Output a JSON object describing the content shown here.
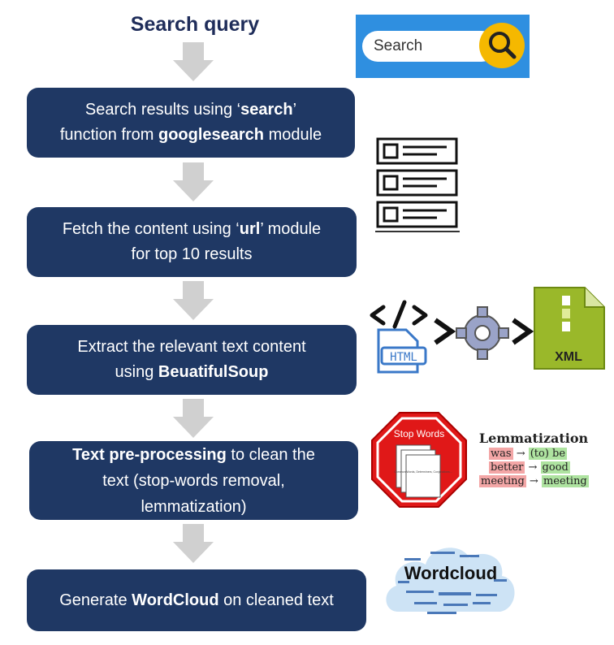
{
  "header": {
    "title": "Search query"
  },
  "steps": [
    {
      "lines": [
        [
          {
            "t": "Search results using "
          },
          {
            "t": "‘"
          },
          {
            "t": "search",
            "b": true
          },
          {
            "t": "’"
          }
        ],
        [
          {
            "t": "function from "
          },
          {
            "t": "googlesearch",
            "b": true
          },
          {
            "t": " module"
          }
        ]
      ]
    },
    {
      "lines": [
        [
          {
            "t": "Fetch the content using ‘"
          },
          {
            "t": "url",
            "b": true
          },
          {
            "t": "’ module"
          }
        ],
        [
          {
            "t": "for top 10 results"
          }
        ]
      ]
    },
    {
      "lines": [
        [
          {
            "t": "Extract the relevant text content"
          }
        ],
        [
          {
            "t": "using "
          },
          {
            "t": "BeuatifulSoup",
            "b": true
          }
        ]
      ]
    },
    {
      "lines": [
        [
          {
            "t": "Text pre-processing",
            "b": true
          },
          {
            "t": " to clean the"
          }
        ],
        [
          {
            "t": "text (stop-words removal,"
          }
        ],
        [
          {
            "t": "lemmatization)"
          }
        ]
      ]
    },
    {
      "lines": [
        [
          {
            "t": "Generate "
          },
          {
            "t": "WordCloud",
            "b": true
          },
          {
            "t": " on cleaned text"
          }
        ]
      ]
    }
  ],
  "icons": {
    "search_bar": {
      "name": "search-bar-icon",
      "placeholder": "Search"
    },
    "results_list": {
      "name": "results-list-icon"
    },
    "html_to_xml": {
      "html_label": "HTML",
      "xml_label": "XML"
    },
    "stop_words": {
      "label": "Stop Words",
      "small_text": "Common Words, Determiners, Conjunctions..."
    },
    "lemmatization": {
      "title": "Lemmatization",
      "rows": [
        [
          "was",
          "(to) be"
        ],
        [
          "better",
          "good"
        ],
        [
          "meeting",
          "meeting"
        ]
      ]
    },
    "wordcloud": {
      "label": "Wordcloud"
    }
  },
  "colors": {
    "step_bg": "#1f3864",
    "title": "#1f2d5a",
    "arrow": "#d0d0d0"
  }
}
